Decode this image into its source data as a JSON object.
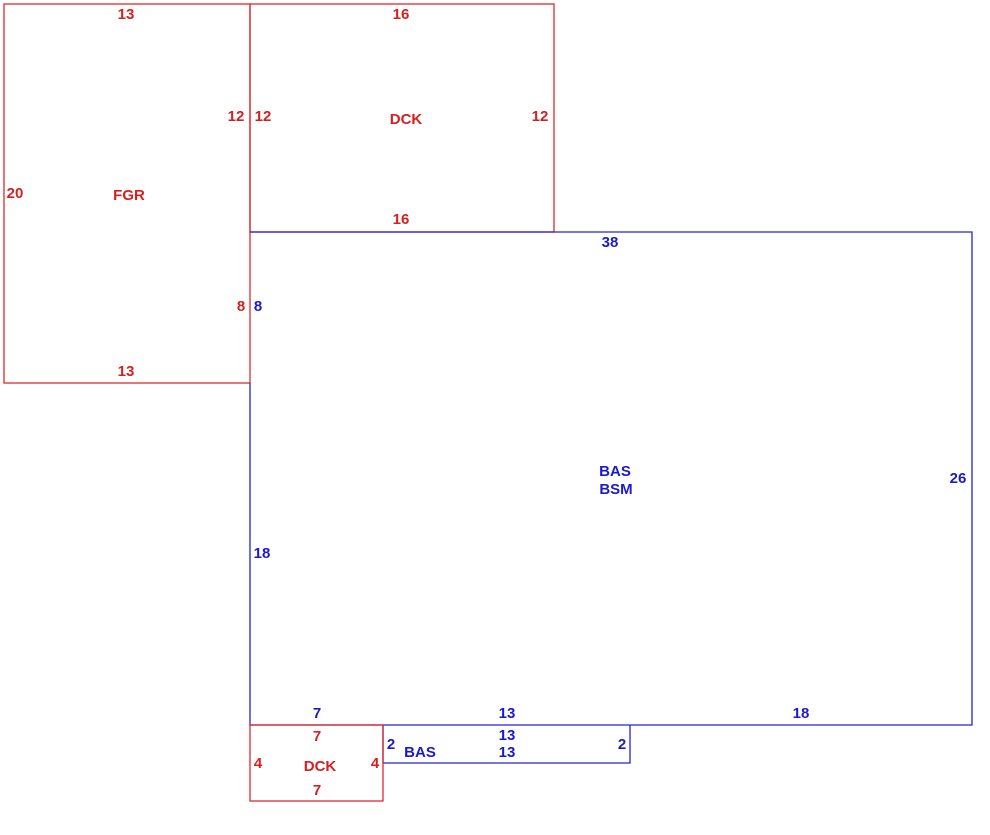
{
  "colors": {
    "red": "#d42020",
    "blue": "#1a1acc"
  },
  "areas": {
    "fgr": {
      "label": "FGR",
      "top": "13",
      "bottom": "13",
      "left": "20",
      "right_upper": "12",
      "right_lower": "8"
    },
    "dck_top": {
      "label": "DCK",
      "top": "16",
      "bottom": "16",
      "left": "12",
      "right": "12"
    },
    "bas_main": {
      "label1": "BAS",
      "label2": "BSM",
      "top": "38",
      "right": "26",
      "left_upper": "8",
      "left_lower": "18",
      "bottom_a": "7",
      "bottom_b": "13",
      "bottom_c": "18"
    },
    "bas_small": {
      "label": "BAS",
      "top": "13",
      "bottom": "13",
      "left": "2",
      "right": "2"
    },
    "dck_bottom": {
      "label": "DCK",
      "top": "7",
      "bottom": "7",
      "left": "4",
      "right": "4"
    }
  }
}
